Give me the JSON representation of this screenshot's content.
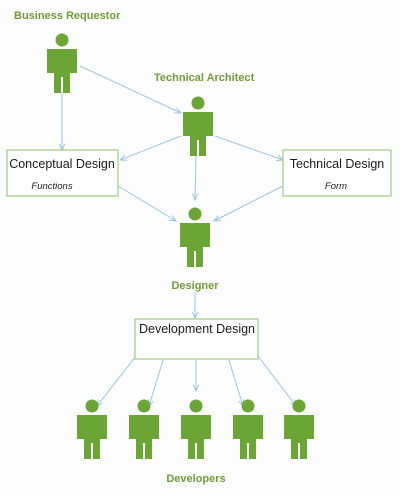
{
  "labels": {
    "business_requestor": "Business Requestor",
    "technical_architect": "Technical Architect",
    "designer": "Designer",
    "developers": "Developers"
  },
  "boxes": {
    "conceptual_design": {
      "title": "Conceptual Design",
      "subtitle": "Functions"
    },
    "technical_design": {
      "title": "Technical Design",
      "subtitle": "Form"
    },
    "development_design": {
      "title": "Development Design"
    }
  },
  "colors": {
    "person": "#6aa536",
    "label": "#6f9a3c",
    "connector": "#9cc3e4",
    "box_border": "#8fbf6a"
  },
  "icons": {
    "person": "person-icon"
  }
}
